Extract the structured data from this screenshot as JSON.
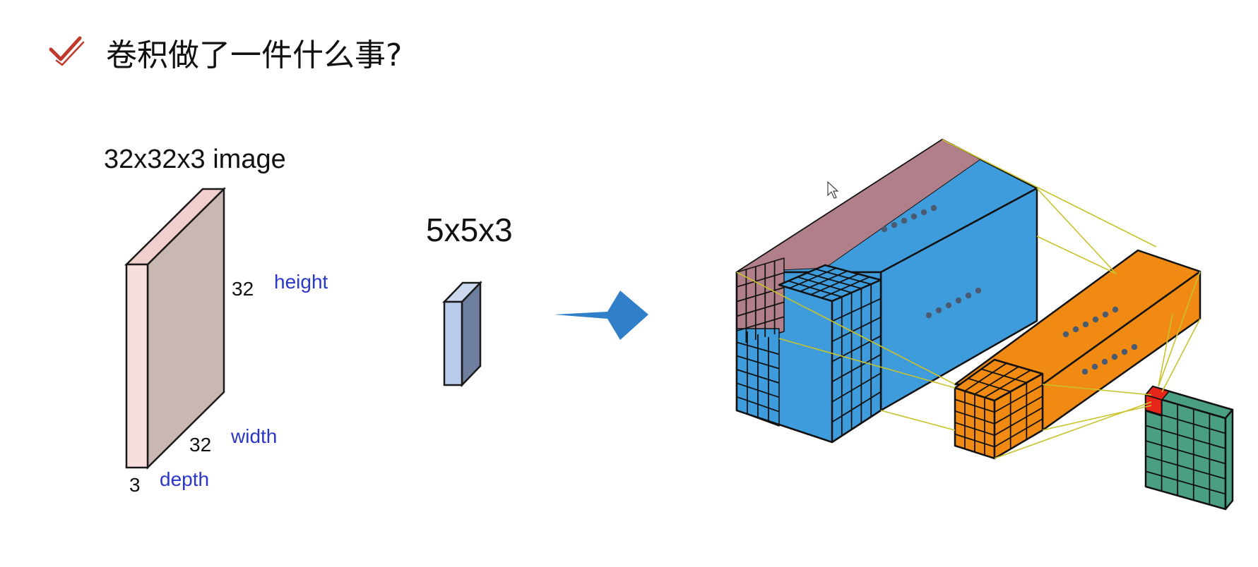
{
  "slide": {
    "title": "卷积做了一件什么事?",
    "check_icon": "checkmark-icon"
  },
  "input_image": {
    "caption": "32x32x3 image",
    "height_value": "32",
    "height_label": "height",
    "width_value": "32",
    "width_label": "width",
    "depth_value": "3",
    "depth_label": "depth"
  },
  "filter": {
    "caption": "5x5x3"
  },
  "arrow": {
    "icon": "right-arrow-icon"
  },
  "colors": {
    "check_red": "#c0392b",
    "label_blue": "#2b37c8",
    "input_front": "#f7dfde",
    "input_side": "#c9b7b3",
    "filter_front": "#b8cbeb",
    "filter_side": "#6e7e9f",
    "arrow_blue": "#2f80c8",
    "volume_blue": "#3f9cdc",
    "volume_mauve": "#b07f89",
    "volume_orange": "#f08a12",
    "output_green": "#4a9e84",
    "output_red": "#e8251b",
    "connector_yellow": "#c9c22a",
    "dots": "#4a5a70"
  }
}
